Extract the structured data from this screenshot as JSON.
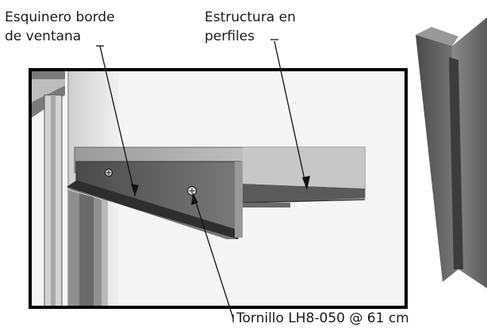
{
  "labels": {
    "esquinero_line1": "Esquinero borde",
    "esquinero_line2": "de ventana",
    "estructura_line1": "Estructura en",
    "estructura_line2": "perfiles",
    "tornillo": "Tornillo LH8-050 @ 61 cm"
  },
  "colors": {
    "frame": "#000000",
    "metal_dark": "#5e5e5e",
    "metal_mid": "#8a8a8a",
    "metal_light": "#c4c4c4",
    "wall": "#e6e6e6",
    "leader": "#111111"
  }
}
